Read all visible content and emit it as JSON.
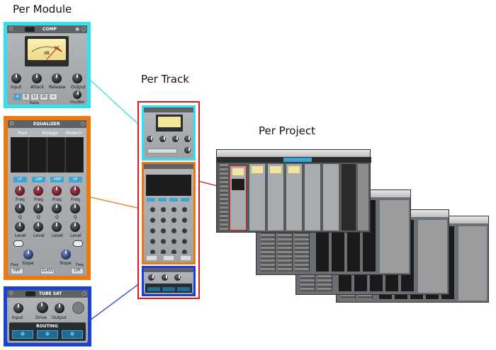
{
  "headings": {
    "per_module": "Per Module",
    "per_track": "Per Track",
    "per_project": "Per Project"
  },
  "comp_module": {
    "title": "COMP",
    "meter_unit": "dB",
    "knobs": [
      "Input",
      "Attack",
      "Release",
      "Output"
    ],
    "ratio_buttons": [
      "4",
      "8",
      "12",
      "20",
      "∞"
    ],
    "ratio_label": "Ratio",
    "drywet_label": "Dry/Wet"
  },
  "eq_module": {
    "title": "EQUALIZER",
    "modes": [
      "Pure",
      "Vintage",
      "Modern"
    ],
    "band_buttons": [
      "LF",
      "LMF",
      "HMF",
      "HF"
    ],
    "row_labels": [
      "Freq",
      "Q",
      "Level"
    ],
    "slope_label": "Slope",
    "bottom_buttons": [
      "HPF",
      "GLASS",
      "LPF"
    ],
    "bottom_freq": "Freq"
  },
  "sat_module": {
    "title": "TUBE SAT",
    "knobs": [
      "Input",
      "Drive",
      "Output"
    ],
    "routing_label": "ROUTING"
  },
  "colors": {
    "comp_border": "#33e0f0",
    "eq_border": "#ea7a10",
    "sat_border": "#1c3fd6",
    "track_border": "#e01818"
  }
}
